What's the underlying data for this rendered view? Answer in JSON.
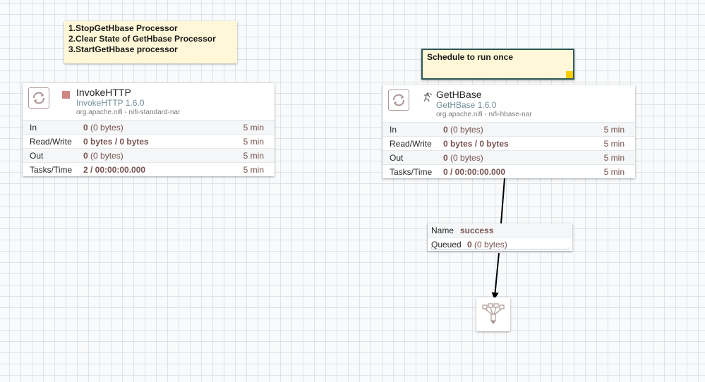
{
  "notes": [
    {
      "lines": [
        "1.StopGetHbase Processor",
        "2.Clear State of GetHbase Processor",
        "3.StartGetHbase processor"
      ]
    },
    {
      "lines": [
        "Schedule to run once"
      ]
    }
  ],
  "processors": [
    {
      "name": "InvokeHTTP",
      "type": "InvokeHTTP 1.6.0",
      "bundle": "org.apache.nifi - nifi-standard-nar",
      "status": "stopped",
      "status_color": "#d18686",
      "stats": [
        {
          "label": "In",
          "value_bold": "0",
          "value_rest": " (0 bytes)",
          "window": "5 min"
        },
        {
          "label": "Read/Write",
          "value_bold": "0 bytes / 0 bytes",
          "value_rest": "",
          "window": "5 min"
        },
        {
          "label": "Out",
          "value_bold": "0",
          "value_rest": " (0 bytes)",
          "window": "5 min"
        },
        {
          "label": "Tasks/Time",
          "value_bold": "2 / 00:00:00.000",
          "value_rest": "",
          "window": "5 min"
        }
      ]
    },
    {
      "name": "GetHBase",
      "type": "GetHBase 1.6.0",
      "bundle": "org.apache.nifi - nifi-hbase-nar",
      "status": "invalid",
      "stats": [
        {
          "label": "In",
          "value_bold": "0",
          "value_rest": " (0 bytes)",
          "window": "5 min"
        },
        {
          "label": "Read/Write",
          "value_bold": "0 bytes / 0 bytes",
          "value_rest": "",
          "window": "5 min"
        },
        {
          "label": "Out",
          "value_bold": "0",
          "value_rest": " (0 bytes)",
          "window": "5 min"
        },
        {
          "label": "Tasks/Time",
          "value_bold": "0 / 00:00:00.000",
          "value_rest": "",
          "window": "5 min"
        }
      ]
    }
  ],
  "connection": {
    "name_key": "Name",
    "name_value": "success",
    "queued_key": "Queued",
    "queued_bold": "0",
    "queued_rest": " (0 bytes)"
  },
  "icons": {
    "processor_badge": "processor-icon",
    "stopped": "stopped-square-icon",
    "invalid": "invalid-processor-icon",
    "funnel": "funnel-icon"
  }
}
